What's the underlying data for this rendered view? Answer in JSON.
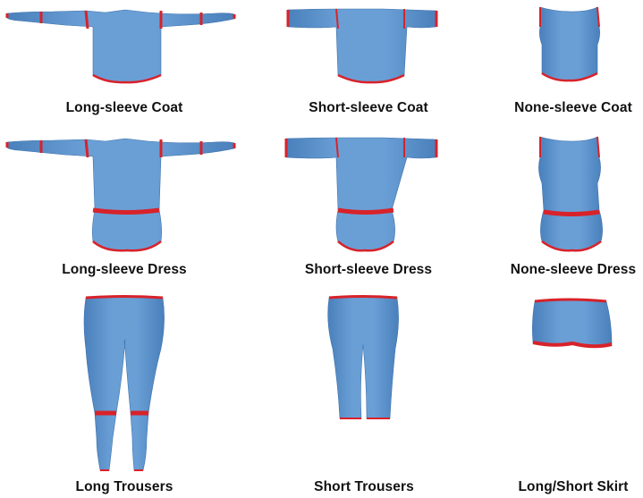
{
  "figure": {
    "colors": {
      "fabric": "#5b93cd",
      "fabric_shadow": "#3f73ad",
      "fabric_highlight": "#8ab8e6",
      "seam": "#d8222a"
    },
    "garments": [
      {
        "id": "long-sleeve-coat",
        "label": "Long-sleeve Coat"
      },
      {
        "id": "short-sleeve-coat",
        "label": "Short-sleeve Coat"
      },
      {
        "id": "none-sleeve-coat",
        "label": "None-sleeve Coat"
      },
      {
        "id": "long-sleeve-dress",
        "label": "Long-sleeve Dress"
      },
      {
        "id": "short-sleeve-dress",
        "label": "Short-sleeve Dress"
      },
      {
        "id": "none-sleeve-dress",
        "label": "None-sleeve Dress"
      },
      {
        "id": "long-trousers",
        "label": "Long Trousers"
      },
      {
        "id": "short-trousers",
        "label": "Short Trousers"
      },
      {
        "id": "long-short-skirt",
        "label": "Long/Short Skirt"
      }
    ]
  }
}
